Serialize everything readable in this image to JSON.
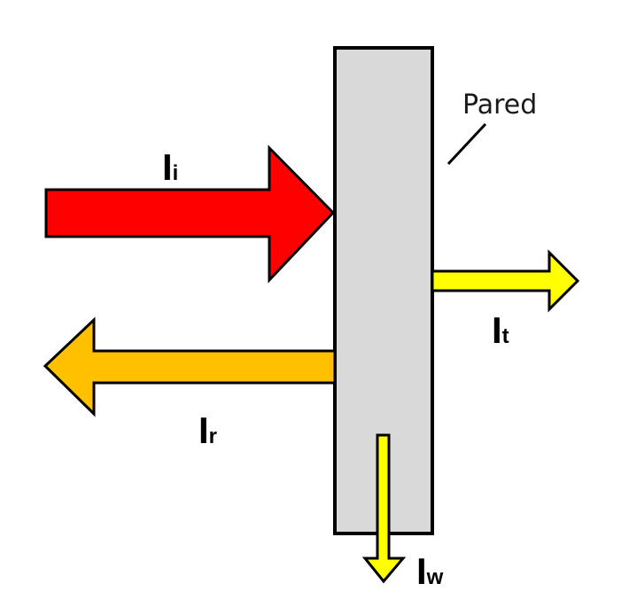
{
  "diagram": {
    "wall_label": "Pared",
    "labels": {
      "incident": {
        "main": "I",
        "sub": "i"
      },
      "reflected": {
        "main": "I",
        "sub": "r"
      },
      "transmitted": {
        "main": "I",
        "sub": "t"
      },
      "absorbed": {
        "main": "I",
        "sub": "w"
      }
    },
    "colors": {
      "wall": "#d9d9d9",
      "incident": "#ff0000",
      "reflected": "#ffc000",
      "transmitted": "#ffff00",
      "absorbed": "#ffff00",
      "outline": "#000000"
    }
  }
}
